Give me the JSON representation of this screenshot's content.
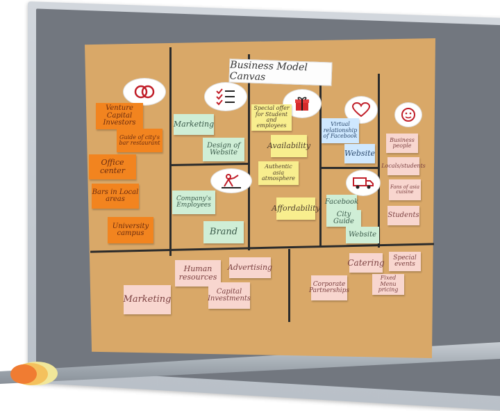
{
  "title": "Business Model Canvas",
  "notes": {
    "vc": "Venture Capital Investors",
    "guide": "Guide of city's bar restaurant",
    "office": "Office center",
    "bars": "Bars in Local areas",
    "uni": "University campus",
    "marketing_top": "Marketing",
    "design": "Design of Website",
    "company": "Company's Employees",
    "brand": "Brand",
    "special": "Special offer for Student and employees",
    "availability": "Availability",
    "authentic": "Authentic asia atmosphere",
    "affordability": "Affordability",
    "virtual": "Virtual relationship of Facebook",
    "website_top": "Website",
    "facebook": "Facebook",
    "cityguide": "City Guide",
    "website_bottom": "Website",
    "business": "Business people",
    "locals": "Locals/students",
    "fans": "Fans of asia cuisine",
    "students": "Students",
    "human": "Human resources",
    "advertising": "Advertising",
    "capital": "Capital Investments",
    "marketing_bottom": "Marketing",
    "catering": "Catering",
    "events": "Special events",
    "corporate": "Corporate Partnerships",
    "fixed": "Fixed Menu pricing"
  },
  "icons": {
    "partners": "rings-icon",
    "activities": "checklist-icon",
    "value": "gift-icon",
    "relationships": "heart-icon",
    "segments": "face-icon",
    "resources": "worker-icon",
    "channels": "truck-icon"
  },
  "colors": {
    "canvas": "#d9a868",
    "orange_note": "#f2841f",
    "yellow_note": "#f8ee8e",
    "green_note": "#cfeed6",
    "blue_note": "#cfe8ff",
    "pink_note": "#f8d6cf"
  }
}
